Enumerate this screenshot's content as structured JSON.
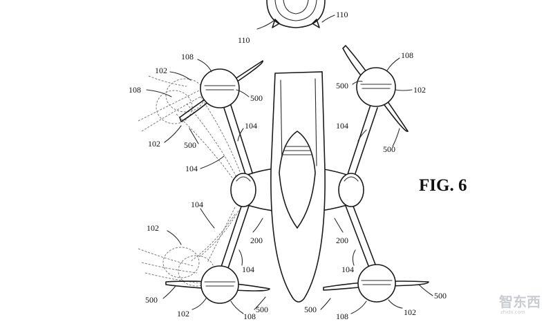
{
  "figure": {
    "title": "FIG. 6",
    "labels": {
      "p110a": "110",
      "p110b": "110",
      "p108": "108",
      "p102": "102",
      "p500": "500",
      "p104": "104",
      "p200": "200"
    }
  },
  "watermark": {
    "text": "智东西",
    "subtext": "zhidx.com"
  },
  "colors": {
    "line": "#1a1a1a",
    "ghost": "#7a7a7a",
    "background": "#ffffff",
    "watermark": "#c9ccd1"
  }
}
